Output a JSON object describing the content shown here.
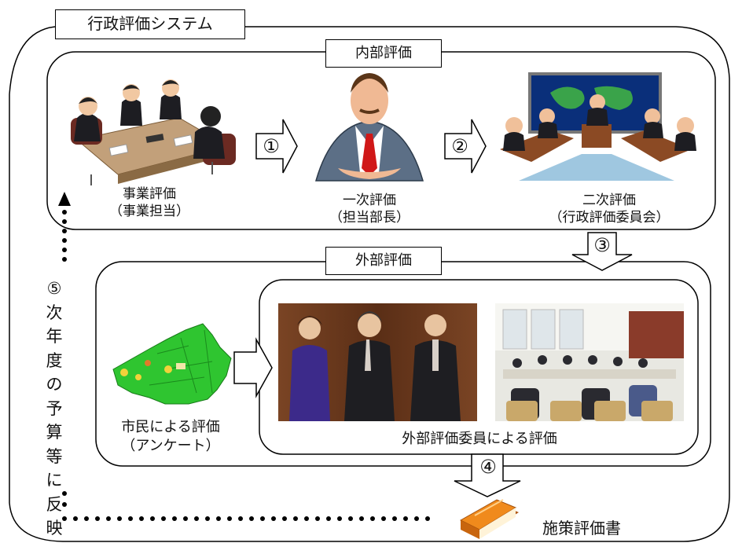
{
  "title": "行政評価システム",
  "internal": {
    "label": "内部評価",
    "step1": {
      "line1": "事業評価",
      "line2": "（事業担当）"
    },
    "step2": {
      "line1": "一次評価",
      "line2": "（担当部長）"
    },
    "step3": {
      "line1": "二次評価",
      "line2": "（行政評価委員会）"
    },
    "arrow1": "①",
    "arrow2": "②"
  },
  "external": {
    "label": "外部評価",
    "arrow3": "③",
    "citizen": {
      "line1": "市民による評価",
      "line2": "（アンケート）"
    },
    "committee": "外部評価委員による評価"
  },
  "output": {
    "arrow4": "④",
    "label": "施策評価書"
  },
  "feedback": {
    "text": "⑤次年度の予算等に反映"
  },
  "colors": {
    "map_green": "#2fc530",
    "book_orange": "#f08a1c",
    "wood": "#6b3a1e"
  }
}
